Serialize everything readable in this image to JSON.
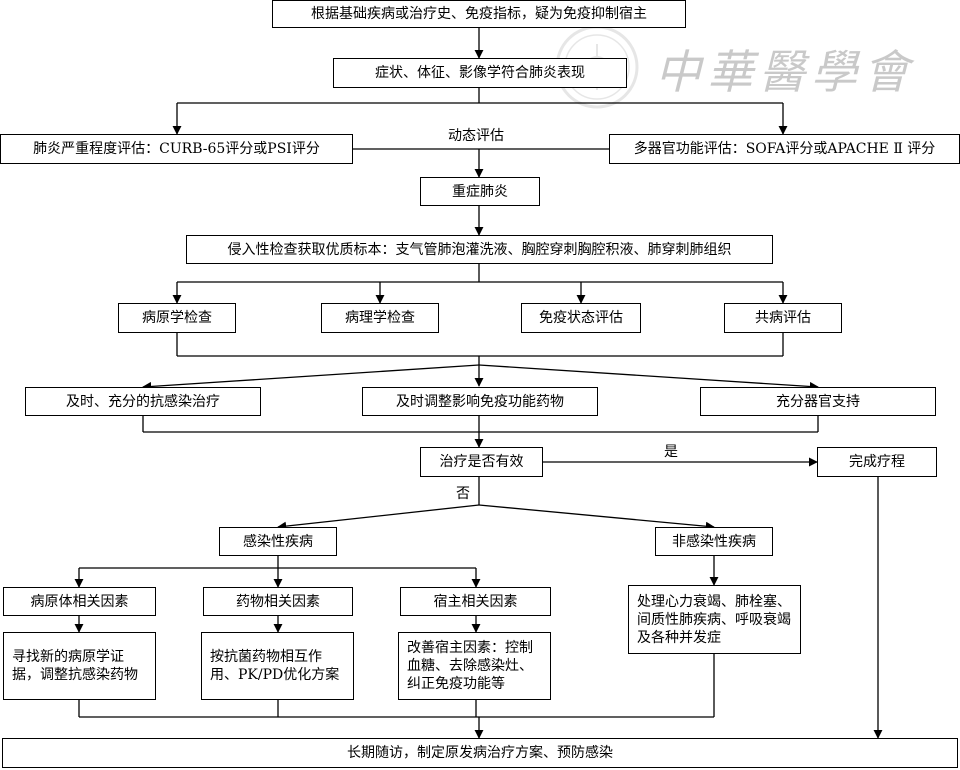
{
  "watermark": {
    "text": "中華醫學會"
  },
  "nodes": {
    "n1": "根据基础疾病或治疗史、免疫指标，疑为免疫抑制宿主",
    "n2": "症状、体征、影像学符合肺炎表现",
    "n3": "肺炎严重程度评估：CURB-65评分或PSI评分",
    "n4": "多器官功能评估：SOFA评分或APACHE Ⅱ 评分",
    "n5": "重症肺炎",
    "n6": "侵入性检查获取优质标本：支气管肺泡灌洗液、胸腔穿刺胸腔积液、肺穿刺肺组织",
    "n7": "病原学检查",
    "n8": "病理学检查",
    "n9": "免疫状态评估",
    "n10": "共病评估",
    "n11": "及时、充分的抗感染治疗",
    "n12": "及时调整影响免疫功能药物",
    "n13": "充分器官支持",
    "n14": "治疗是否有效",
    "n15": "完成疗程",
    "n16": "感染性疾病",
    "n17": "非感染性疾病",
    "n18": "病原体相关因素",
    "n19": "药物相关因素",
    "n20": "宿主相关因素",
    "n21": "处理心力衰竭、肺栓塞、间质性肺疾病、呼吸衰竭及各种并发症",
    "n22": "寻找新的病原学证据，调整抗感染药物",
    "n23": "按抗菌药物相互作用、PK/PD优化方案",
    "n24": "改善宿主因素：控制血糖、去除感染灶、纠正免疫功能等",
    "n25": "长期随访，制定原发病治疗方案、预防感染"
  },
  "labels": {
    "dynamic": "动态评估",
    "yes": "是",
    "no": "否"
  }
}
